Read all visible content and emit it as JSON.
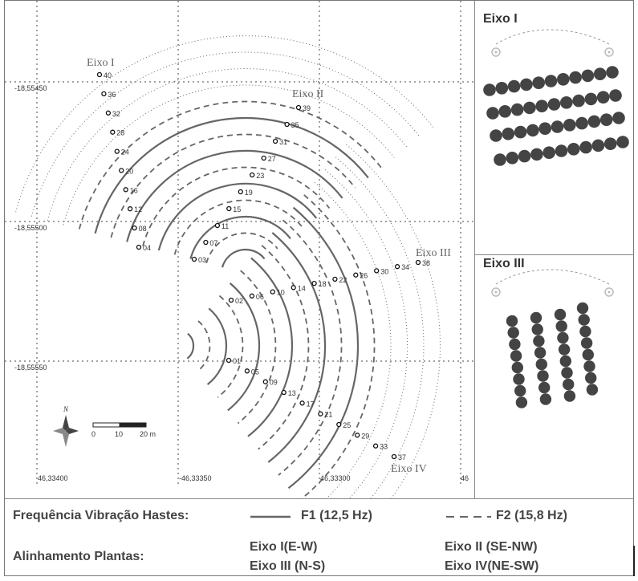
{
  "map": {
    "lat_labels": [
      "-18,55450",
      "-18,55500",
      "-18,55550"
    ],
    "lon_labels": [
      "46,33400",
      "-46,33350",
      "46,33300",
      "46"
    ],
    "axis_labels": [
      "Eixo I",
      "Eixo II",
      "Eixo III",
      "Eixo IV"
    ],
    "points_upper_left": [
      "40",
      "36",
      "32",
      "28",
      "24",
      "20",
      "16",
      "12",
      "08",
      "04"
    ],
    "points_upper_right": [
      "39",
      "35",
      "31",
      "27",
      "23",
      "19",
      "15",
      "11",
      "07",
      "03"
    ],
    "points_lower_right": [
      "02",
      "06",
      "10",
      "14",
      "18",
      "22",
      "26",
      "30",
      "34",
      "38"
    ],
    "points_lower_left": [
      "01",
      "05",
      "09",
      "13",
      "17",
      "21",
      "25",
      "29",
      "33",
      "37"
    ],
    "north": "N",
    "scale": {
      "labels": [
        "0",
        "10",
        "20 m"
      ]
    }
  },
  "insets": {
    "top": {
      "title": "Eixo I"
    },
    "bottom": {
      "title": "Eixo III"
    }
  },
  "legend": {
    "freq_label": "Frequência Vibração Hastes:",
    "f1": "F1 (12,5 Hz)",
    "f2": "F2 (15,8 Hz)",
    "align_label": "Alinhamento Plantas:",
    "eixo1": "Eixo I(E-W)",
    "eixo3": "Eixo III (N-S)",
    "eixo2": "Eixo II (SE-NW)",
    "eixo4": "Eixo IV(NE-SW)"
  },
  "colors": {
    "line": "#666666",
    "grid": "#444444",
    "dot": "#444444"
  }
}
